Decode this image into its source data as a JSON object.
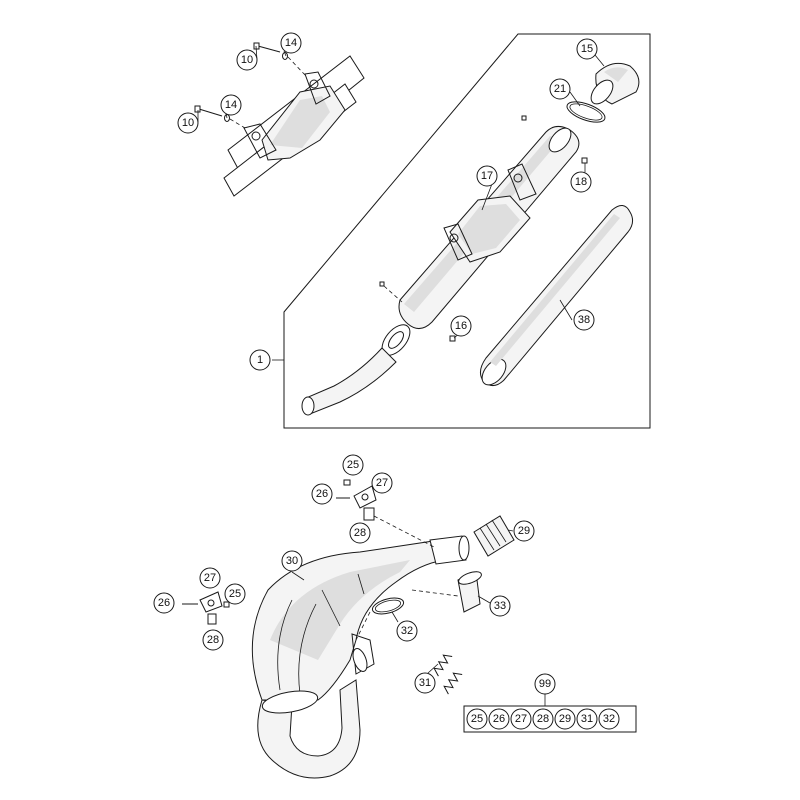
{
  "callouts": {
    "c1": "1",
    "c10a": "10",
    "c10b": "10",
    "c14a": "14",
    "c14b": "14",
    "c15": "15",
    "c16": "16",
    "c17": "17",
    "c18": "18",
    "c21": "21",
    "c38": "38",
    "c25a": "25",
    "c25b": "25",
    "c26a": "26",
    "c26b": "26",
    "c27a": "27",
    "c27b": "27",
    "c28a": "28",
    "c28b": "28",
    "c29": "29",
    "c30": "30",
    "c31": "31",
    "c32": "32",
    "c33": "33",
    "c99": "99"
  },
  "kit_99": [
    "25",
    "26",
    "27",
    "28",
    "29",
    "31",
    "32"
  ]
}
